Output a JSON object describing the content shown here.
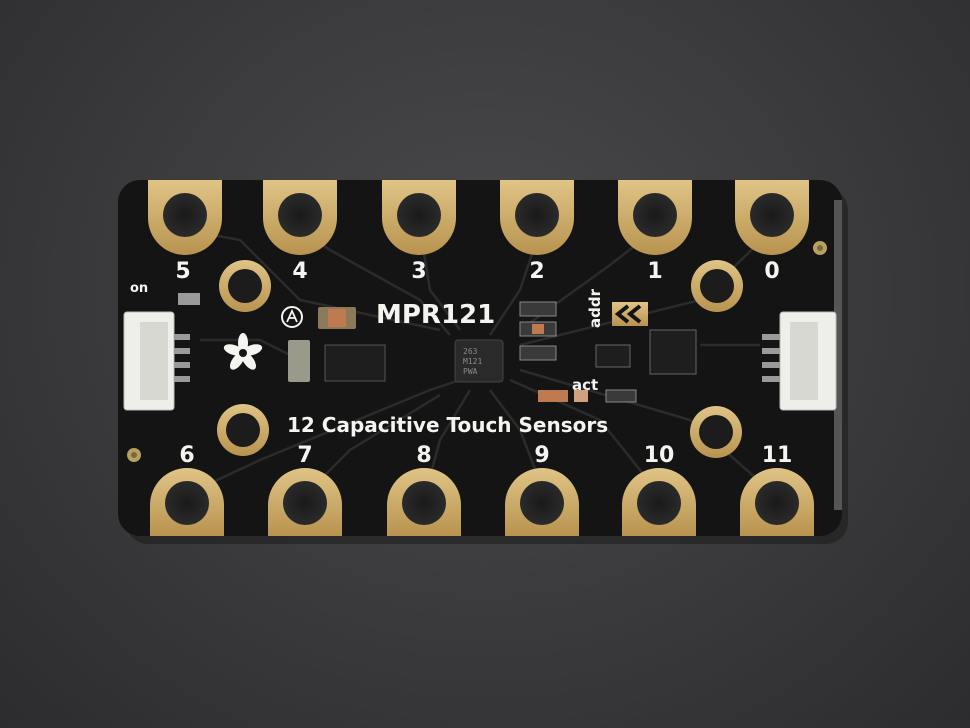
{
  "board": {
    "chip_label": "MPR121",
    "tagline": "12 Capacitive Touch Sensors",
    "top_pads": [
      "5",
      "4",
      "3",
      "2",
      "1",
      "0"
    ],
    "bottom_pads": [
      "6",
      "7",
      "8",
      "9",
      "10",
      "11"
    ],
    "on_label": "on",
    "addr_label": "addr",
    "act_label": "act",
    "chip_marking": [
      "263",
      "M121",
      "PWA"
    ],
    "colors": {
      "pcb": "#141414",
      "gold": "#c9a865",
      "silkscreen": "#f4f4f0",
      "background": "#3c3c3e"
    }
  }
}
